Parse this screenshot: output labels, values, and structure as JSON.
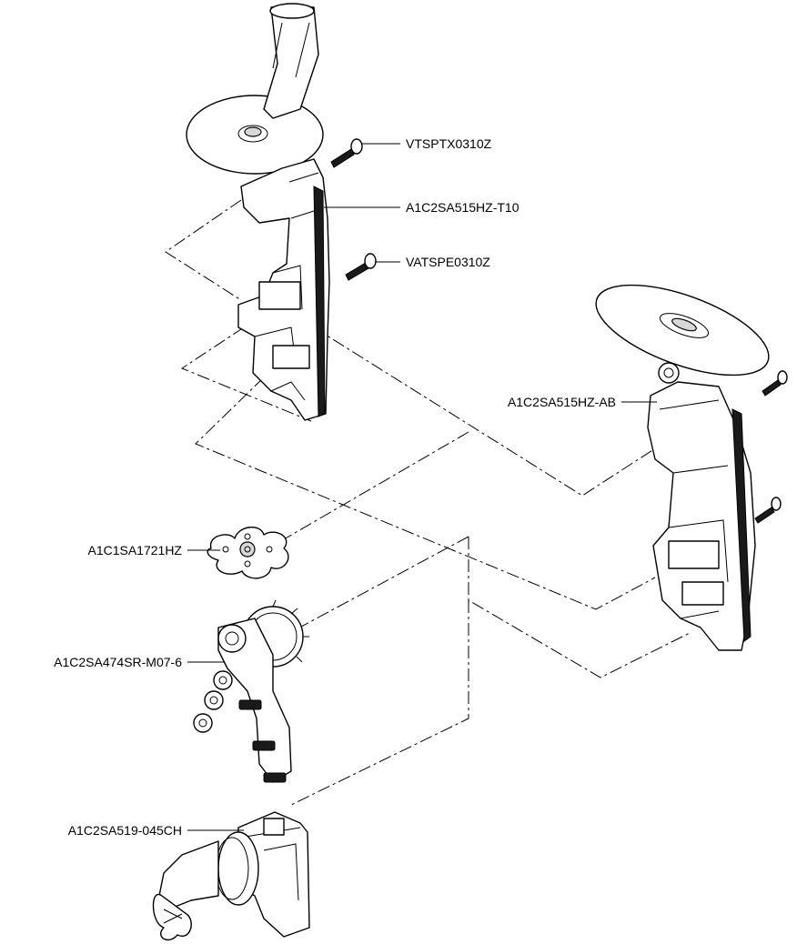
{
  "labels": {
    "screw_top": "VTSPTX0310Z",
    "bracket_t10": "A1C2SA515HZ-T10",
    "screw_mid": "VATSPE0310Z",
    "bracket_ab": "A1C2SA515HZ-AB",
    "spring_plate": "A1C1SA1721HZ",
    "gear_assembly": "A1C2SA474SR-M07-6",
    "housing": "A1C2SA519-045CH"
  },
  "style": {
    "line_color": "#000000",
    "background": "#ffffff"
  }
}
